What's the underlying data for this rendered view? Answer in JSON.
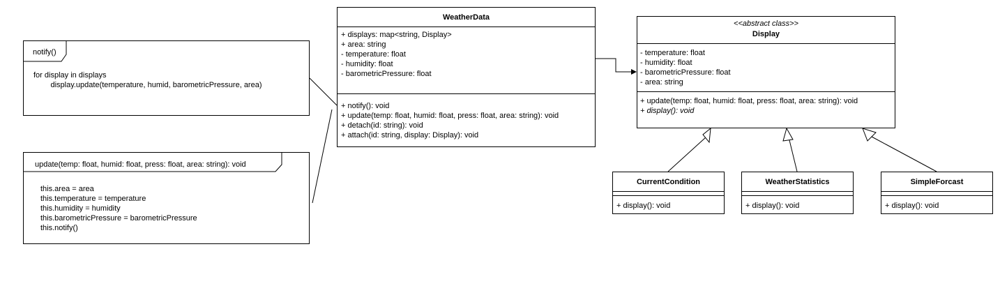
{
  "weatherdata": {
    "name": "WeatherData",
    "attributes": [
      "+ displays: map<string, Display>",
      "+ area: string",
      "- temperature: float",
      "- humidity: float",
      "- barometricPressure: float"
    ],
    "methods": [
      "+ notify(): void",
      "+ update(temp: float, humid: float, press: float, area: string): void",
      "+ detach(id: string): void",
      "+ attach(id: string, display: Display): void"
    ]
  },
  "display": {
    "stereotype": "<<abstract class>>",
    "name": "Display",
    "attributes": [
      "- temperature: float",
      "- humidity: float",
      "- barometricPressure: float",
      "- area: string"
    ],
    "methods": [
      "+ update(temp: float, humid: float, press: float, area: string): void",
      "+ display(): void"
    ]
  },
  "subclasses": [
    {
      "name": "CurrentCondition",
      "method": "+ display(): void"
    },
    {
      "name": "WeatherStatistics",
      "method": "+ display(): void"
    },
    {
      "name": "SimpleForcast",
      "method": "+ display(): void"
    }
  ],
  "notes": {
    "notify": {
      "title": "notify()",
      "lines": [
        "for display in displays",
        "        display.update(temperature, humid, barometricPressure, area)"
      ]
    },
    "update": {
      "title": "update(temp: float, humid: float, press: float, area: string): void",
      "lines": [
        "this.area = area",
        "this.temperature = temperature",
        "this.humidity = humidity",
        "this.barometricPressure = barometricPressure",
        "this.notify()"
      ]
    }
  }
}
